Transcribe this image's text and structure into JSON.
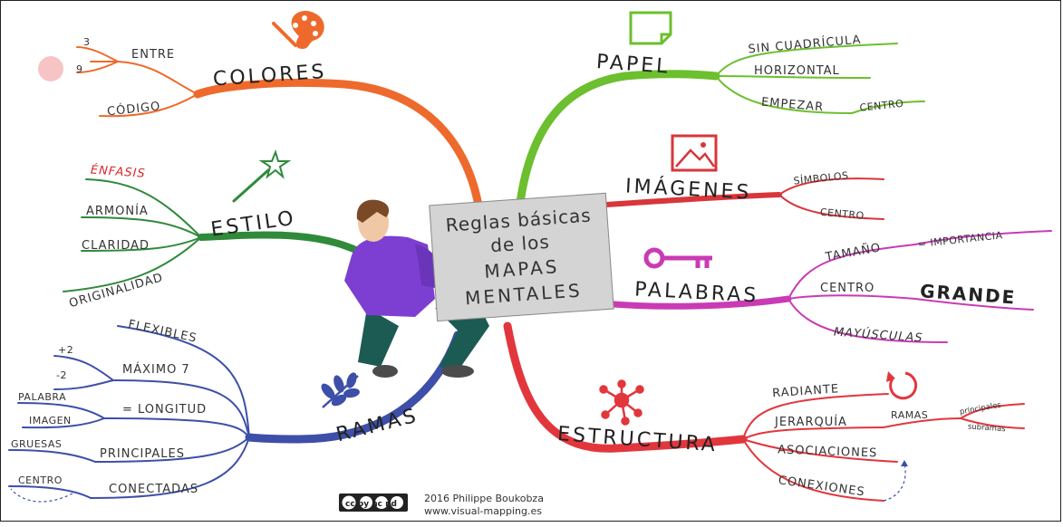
{
  "center": {
    "line1": "Reglas básicas",
    "line2": "de los",
    "line3": "MAPAS",
    "line4": "MENTALES"
  },
  "colors": {
    "colores": "#ee6a2c",
    "papel": "#6cbf2e",
    "imagenes": "#d8363a",
    "estilo": "#2f8a3a",
    "palabras": "#c93bb5",
    "ramas": "#3d4fa8",
    "estructura": "#e2363d",
    "enfasis": "#d9262c"
  },
  "branches": {
    "colores": {
      "label": "COLORES",
      "icon": "palette-icon",
      "children": {
        "entre": "ENTRE",
        "codigo": "CÓDIGO",
        "n3": "3",
        "n9": "9"
      }
    },
    "papel": {
      "label": "PAPEL",
      "icon": "paper-icon",
      "children": {
        "sin_cuadricula": "SIN CUADRÍCULA",
        "horizontal": "HORIZONTAL",
        "empezar": "EMPEZAR",
        "centro": "CENTRO"
      }
    },
    "imagenes": {
      "label": "IMÁGENES",
      "icon": "picture-icon",
      "children": {
        "simbolos": "SÍMBOLOS",
        "centro": "CENTRO"
      }
    },
    "estilo": {
      "label": "ESTILO",
      "icon": "magic-wand-icon",
      "children": {
        "enfasis": "ÉNFASIS",
        "armonia": "ARMONÍA",
        "claridad": "CLARIDAD",
        "originalidad": "ORIGINALIDAD"
      }
    },
    "palabras": {
      "label": "PALABRAS",
      "icon": "key-icon",
      "children": {
        "tamano": "TAMAÑO",
        "importancia": "= IMPORTANCIA",
        "centro": "CENTRO",
        "grande": "GRANDE",
        "mayusculas": "MAYÚSCULAS"
      }
    },
    "ramas": {
      "label": "RAMAS",
      "icon": "leaf-branch-icon",
      "children": {
        "flexibles": "FLEXIBLES",
        "maximo7": "MÁXIMO 7",
        "plus2": "+2",
        "minus2": "-2",
        "longitud": "= LONGITUD",
        "palabra": "PALABRA",
        "imagen": "IMAGEN",
        "principales": "PRINCIPALES",
        "gruesas": "GRUESAS",
        "conectadas": "CONECTADAS",
        "centro": "CENTRO"
      }
    },
    "estructura": {
      "label": "ESTRUCTURA",
      "icon": "network-icon",
      "children": {
        "radiante": "RADIANTE",
        "jerarquia": "JERARQUÍA",
        "ramas": "RAMAS",
        "principales": "principales",
        "subramas": "subramas",
        "asociaciones": "ASOCIACIONES",
        "conexiones": "CONEXIONES"
      }
    }
  },
  "credit": {
    "line1": "2016 Philippe Boukobza",
    "line2": "www.visual-mapping.es",
    "license": "cc by nc nd"
  }
}
